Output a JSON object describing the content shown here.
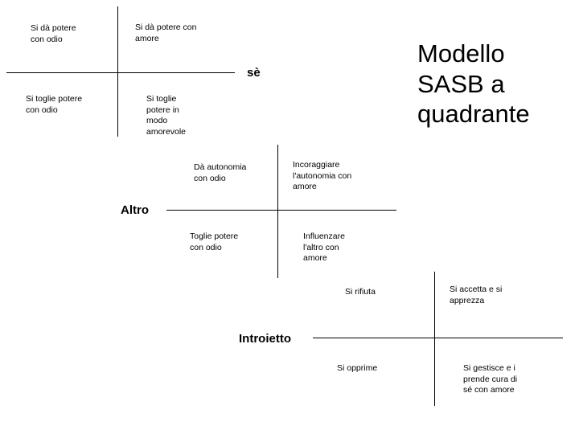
{
  "slide": {
    "title": "Modello\nSASB a\nquadrante",
    "background_color": "#ffffff",
    "line_color": "#000000",
    "text_color": "#000000"
  },
  "quadrants": [
    {
      "id": "se",
      "axis_label": "sè",
      "cells": [
        {
          "position": "top-left",
          "text": "Si dà potere\ncon odio"
        },
        {
          "position": "top-right",
          "text": "Si dà potere con\namore"
        },
        {
          "position": "bottom-left",
          "text": "Si toglie potere\ncon odio"
        },
        {
          "position": "bottom-right",
          "text": "Si toglie\npotere in\nmodo\namorevole"
        }
      ]
    },
    {
      "id": "altro",
      "axis_label": "Altro",
      "cells": [
        {
          "position": "top-left",
          "text": "Dà autonomia\ncon odio"
        },
        {
          "position": "top-right",
          "text": "Incoraggiare\nl'autonomia con\namore"
        },
        {
          "position": "bottom-left",
          "text": "Toglie potere\ncon odio"
        },
        {
          "position": "bottom-right",
          "text": "Influenzare\nl'altro con\namore"
        }
      ]
    },
    {
      "id": "introietto",
      "axis_label": "Introietto",
      "cells": [
        {
          "position": "top-left",
          "text": "Si rifiuta"
        },
        {
          "position": "top-right",
          "text": "Si accetta e si\napprezza"
        },
        {
          "position": "bottom-left",
          "text": "Si opprime"
        },
        {
          "position": "bottom-right",
          "text": "Si gestisce e i\nprende cura di\nsé con amore"
        }
      ]
    }
  ]
}
